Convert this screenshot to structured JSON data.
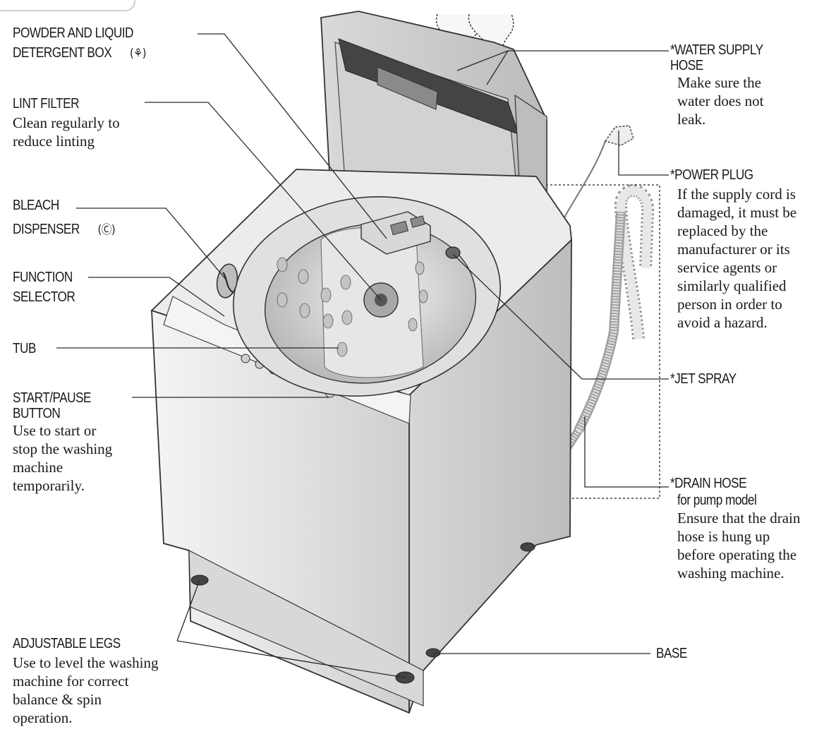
{
  "callouts": {
    "detergent_box": {
      "line1": "POWDER AND LIQUID",
      "line2": "DETERGENT BOX",
      "icon_glyph": "(⚘)"
    },
    "lint_filter": {
      "title": "LINT FILTER",
      "desc1": "Clean regularly to",
      "desc2": "reduce linting"
    },
    "bleach": {
      "line1": "BLEACH",
      "line2": "DISPENSER",
      "icon_glyph": "(Ⓒ)"
    },
    "function_selector": {
      "line1": "FUNCTION",
      "line2": "SELECTOR"
    },
    "tub": {
      "title": "TUB"
    },
    "start_pause": {
      "line1": "START/PAUSE",
      "line2": "BUTTON",
      "desc1": "Use to start or",
      "desc2": "stop the washing",
      "desc3": "machine",
      "desc4": "temporarily."
    },
    "adjustable_legs": {
      "title": "ADJUSTABLE LEGS",
      "desc1": "Use to level the washing",
      "desc2": "machine for correct",
      "desc3": "balance & spin",
      "desc4": "operation."
    },
    "water_supply": {
      "line1": "*WATER SUPPLY",
      "line2": "HOSE",
      "desc1": "Make sure the",
      "desc2": "water does not",
      "desc3": "leak."
    },
    "power_plug": {
      "title": "*POWER PLUG",
      "desc1": "If the supply cord is",
      "desc2": "damaged, it must be",
      "desc3": "replaced by the",
      "desc4": "manufacturer or its",
      "desc5": "service agents or",
      "desc6": "similarly qualified",
      "desc7": "person in order to",
      "desc8": "avoid a hazard."
    },
    "jet_spray": {
      "title": "*JET SPRAY"
    },
    "drain_hose": {
      "title": "*DRAIN HOSE",
      "subtitle": "for pump model",
      "desc1": "Ensure that the drain",
      "desc2": "hose is hung up",
      "desc3": "before operating the",
      "desc4": "washing machine."
    },
    "base": {
      "title": "BASE"
    }
  },
  "colors": {
    "ink": "#1a1a1a",
    "body_fill": "#e6e6e6",
    "panel_fill": "#f2f2f2",
    "shade": "#c9c9c9"
  }
}
